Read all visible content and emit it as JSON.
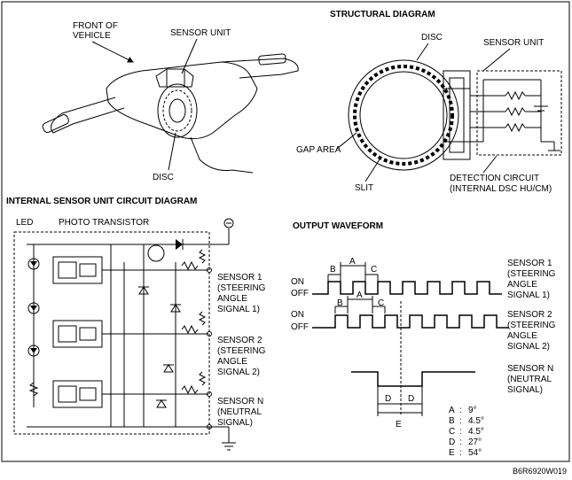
{
  "vehicle_view": {
    "front_label": [
      "FRONT OF",
      "VEHICLE"
    ],
    "sensor_unit": "SENSOR UNIT",
    "disc": "DISC"
  },
  "structural": {
    "title": "STRUCTURAL DIAGRAM",
    "disc": "DISC",
    "sensor_unit": "SENSOR UNIT",
    "gap_area": "GAP AREA",
    "slit": "SLIT",
    "detection": [
      "DETECTION CIRCUIT",
      "(INTERNAL DSC HU/CM)"
    ]
  },
  "circuit": {
    "title": "INTERNAL SENSOR UNIT CIRCUIT DIAGRAM",
    "led": "LED",
    "photo_transistor": "PHOTO TRANSISTOR",
    "sensors": [
      [
        "SENSOR 1",
        "(STEERING",
        "ANGLE",
        "SIGNAL 1)"
      ],
      [
        "SENSOR 2",
        "(STEERING",
        "ANGLE",
        "SIGNAL 2)"
      ],
      [
        "SENSOR N",
        "(NEUTRAL",
        "SIGNAL)"
      ]
    ]
  },
  "waveform": {
    "title": "OUTPUT WAVEFORM",
    "on": "ON",
    "off": "OFF",
    "letters": {
      "a": "A",
      "b": "B",
      "c": "C",
      "d": "D",
      "e": "E"
    },
    "sensors": [
      [
        "SENSOR 1",
        "(STEERING",
        "ANGLE",
        "SIGNAL 1)"
      ],
      [
        "SENSOR 2",
        "(STEERING",
        "ANGLE",
        "SIGNAL 2)"
      ],
      [
        "SENSOR N",
        "(NEUTRAL",
        "SIGNAL)"
      ]
    ],
    "legend": [
      {
        "key": "A",
        "value": "9°"
      },
      {
        "key": "B",
        "value": "4.5°"
      },
      {
        "key": "C",
        "value": "4.5°"
      },
      {
        "key": "D",
        "value": "27°"
      },
      {
        "key": "E",
        "value": "54°"
      }
    ]
  },
  "figure_code": "B6R6920W019"
}
